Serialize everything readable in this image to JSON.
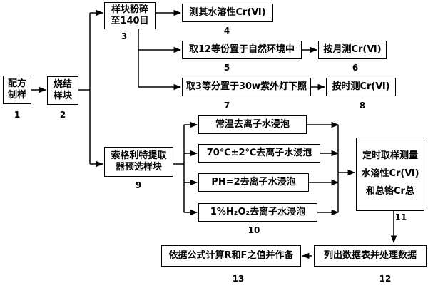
{
  "steps": {
    "s1": {
      "lines": [
        "配方",
        "制样"
      ],
      "num": "1"
    },
    "s2": {
      "lines": [
        "烧结",
        "样块"
      ],
      "num": "2"
    },
    "s3": {
      "lines": [
        "样块粉碎",
        "至140目"
      ],
      "num": "3"
    },
    "s4": {
      "lines": [
        "测其水溶性Cr(Ⅵ)"
      ],
      "num": "4"
    },
    "s5": {
      "lines": [
        "取12等份置于自然环境中"
      ],
      "num": "5"
    },
    "s6": {
      "lines": [
        "按月测Cr(Ⅵ)"
      ],
      "num": "6"
    },
    "s7": {
      "lines": [
        "取3等分置于30w紫外灯下照"
      ],
      "num": "7"
    },
    "s8": {
      "lines": [
        "按时测Cr(Ⅵ)"
      ],
      "num": "8"
    },
    "s9": {
      "lines": [
        "索格利特提取",
        "器预选样块"
      ],
      "num": "9"
    },
    "s10a": {
      "lines": [
        "常温去离子水浸泡"
      ]
    },
    "s10b": {
      "lines": [
        "70℃±2℃去离子水浸泡"
      ]
    },
    "s10c": {
      "lines": [
        "PH=2去离子水浸泡"
      ]
    },
    "s10d": {
      "lines": [
        "1%H₂O₂去离子水浸泡"
      ]
    },
    "s10": {
      "num": "10"
    },
    "s11": {
      "lines": [
        "定时取样测量",
        "水溶性Cr(Ⅵ)",
        "和总铬Cr总"
      ],
      "num": "11"
    },
    "s12": {
      "lines": [
        "列出数据表并处理数据"
      ],
      "num": "12"
    },
    "s13": {
      "lines": [
        "依据公式计算R和F之值并作备"
      ],
      "num": "13"
    }
  }
}
